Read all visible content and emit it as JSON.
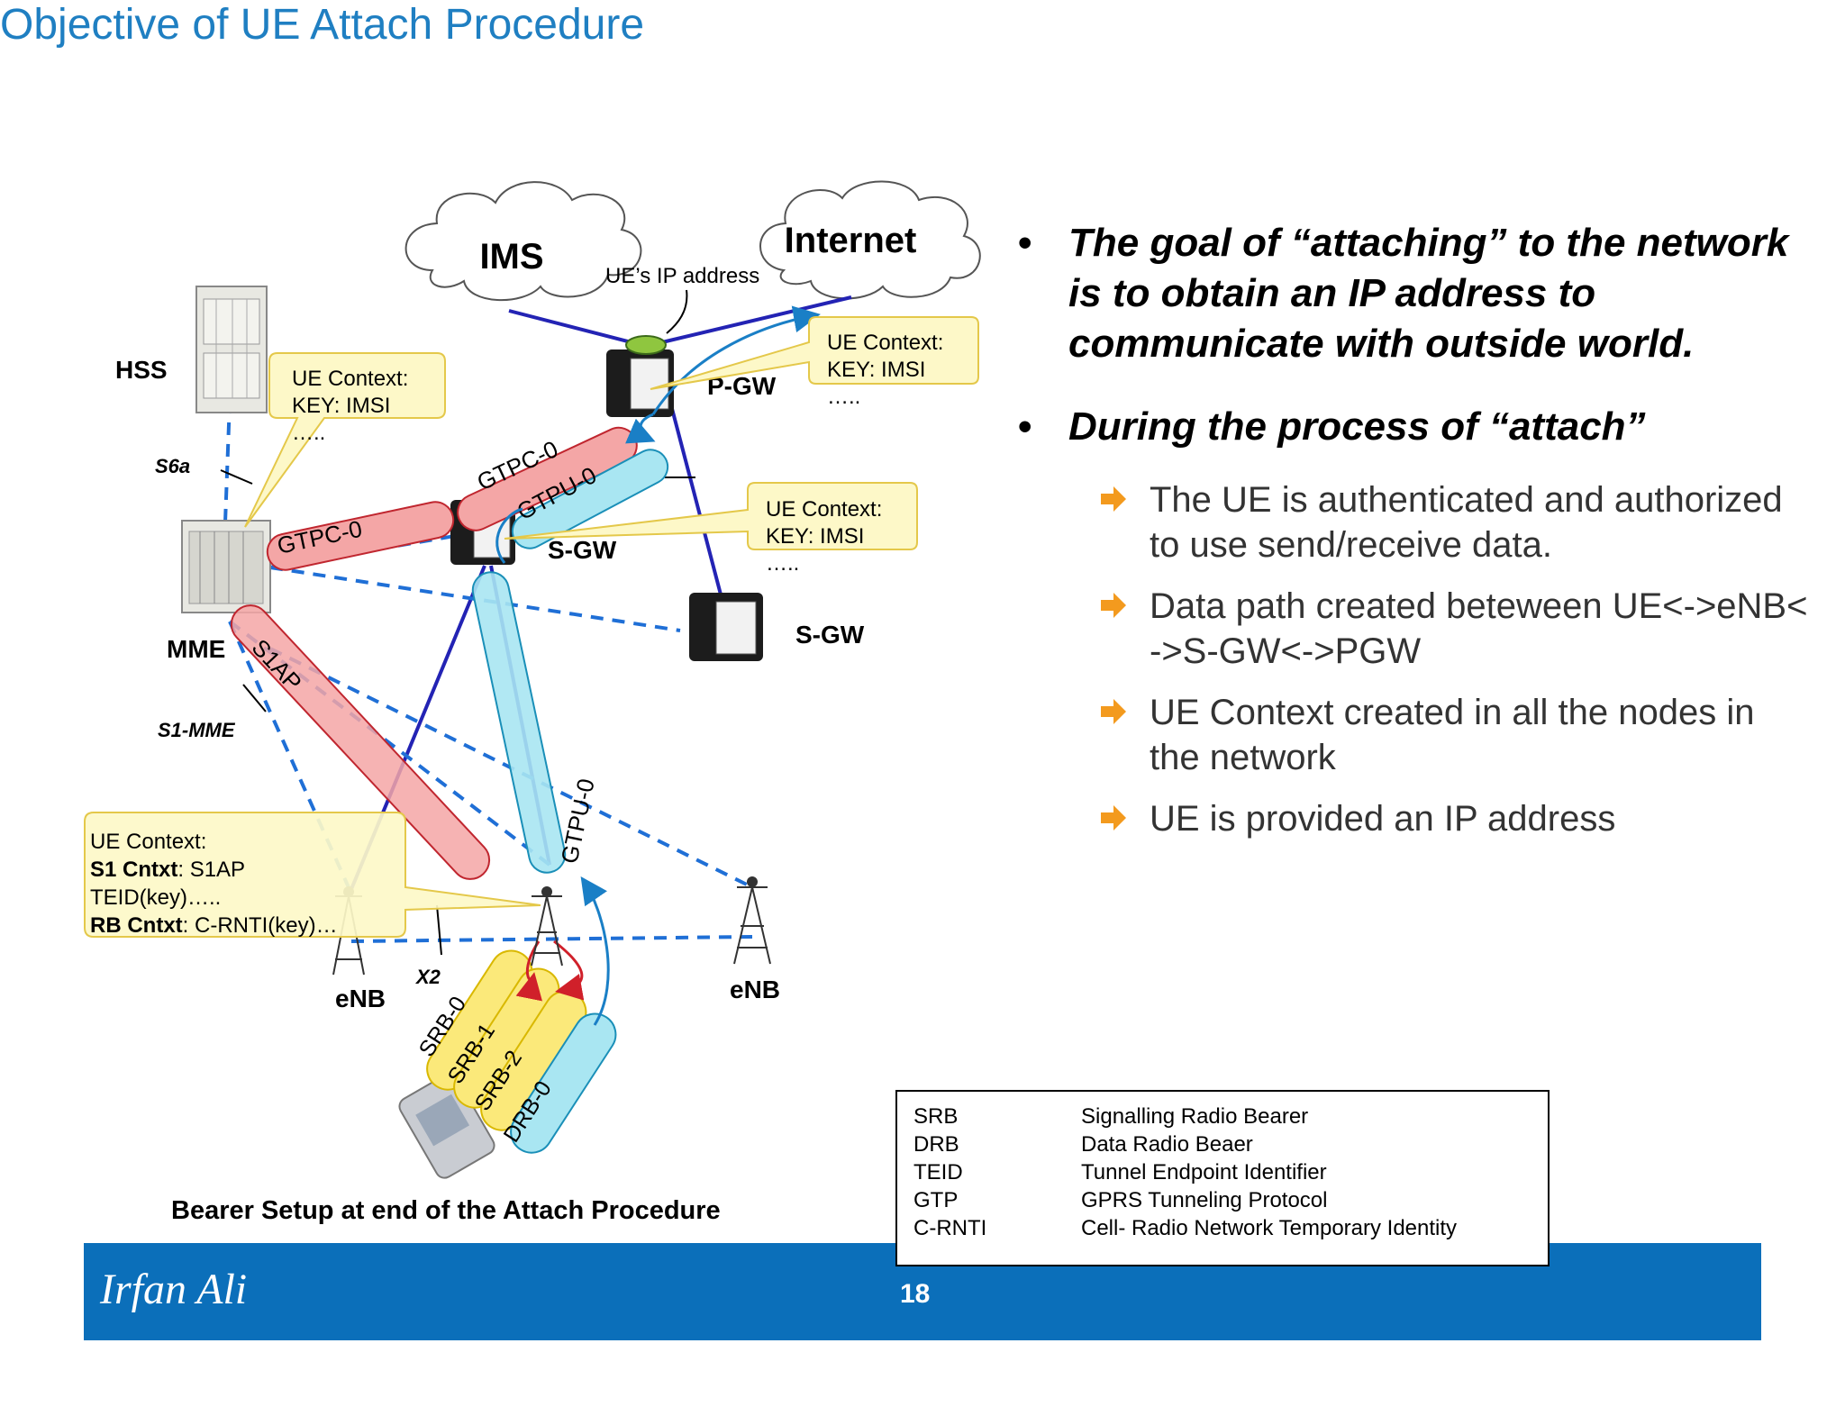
{
  "title": "Objective of UE Attach Procedure",
  "diagram": {
    "clouds": {
      "ims": "IMS",
      "internet": "Internet"
    },
    "ip_label": "UE’s IP address",
    "nodes": {
      "hss": "HSS",
      "mme": "MME",
      "pgw": "P-GW",
      "sgw_main": "S-GW",
      "sgw_second": "S-GW",
      "enb_left": "eNB",
      "enb_right": "eNB"
    },
    "interfaces": {
      "s6a": "S6a",
      "s1mme": "S1-MME",
      "x2": "X2"
    },
    "tunnels": {
      "gtpc_pgw": "GTPC-0",
      "gtpu_pgw": "GTPU-0",
      "gtpc_mme": "GTPC-0",
      "s1ap": "S1AP",
      "gtpu_enb": "GTPU-0",
      "srb0": "SRB-0",
      "srb1": "SRB-1",
      "srb2": "SRB-2",
      "drb0": "DRB-0"
    },
    "callouts": {
      "hss": {
        "line1": "UE Context:",
        "line2": "KEY: IMSI",
        "line3": "….."
      },
      "pgw": {
        "line1": "UE Context:",
        "line2": "KEY: IMSI",
        "line3": "….."
      },
      "sgw": {
        "line1": "UE Context:",
        "line2": "KEY: IMSI",
        "line3": "….."
      },
      "enb": {
        "line1": "UE Context:",
        "s1_label": "S1 Cntxt",
        "s1_value": ": S1AP",
        "teid": "TEID(key)…..",
        "rb_label": "RB Cntxt",
        "rb_value": ": C-RNTI(key)…"
      }
    },
    "caption": "Bearer Setup at end of the Attach Procedure"
  },
  "bullets": [
    {
      "text": "The goal of “attaching” to the network is to obtain an IP address to communicate with outside world.",
      "sub": []
    },
    {
      "text": "During the process of “attach”",
      "sub": [
        "The UE is authenticated and authorized to use send/receive data.",
        "Data path created beteween UE<->eNB<->S-GW<->PGW",
        "UE Context created in all the nodes in the network",
        "UE is provided an IP address"
      ]
    }
  ],
  "glossary": [
    {
      "abbr": "SRB",
      "full": "Signalling Radio Bearer"
    },
    {
      "abbr": "DRB",
      "full": "Data Radio Beaer"
    },
    {
      "abbr": "TEID",
      "full": "Tunnel Endpoint Identifier"
    },
    {
      "abbr": "GTP",
      "full": "GPRS Tunneling Protocol"
    },
    {
      "abbr": "C-RNTI",
      "full": "Cell- Radio Network Temporary Identity"
    }
  ],
  "footer": {
    "author": "Irfan Ali",
    "page": "18"
  },
  "colors": {
    "title": "#1f7fc2",
    "footer": "#0b6fba",
    "bullet_arrow": "#f39a1e",
    "gtpc": "#f4a6a6",
    "gtpu": "#a9e6f2",
    "srb": "#fbe97a",
    "link_dash": "#1f6fd6",
    "link_solid": "#2323b4"
  }
}
